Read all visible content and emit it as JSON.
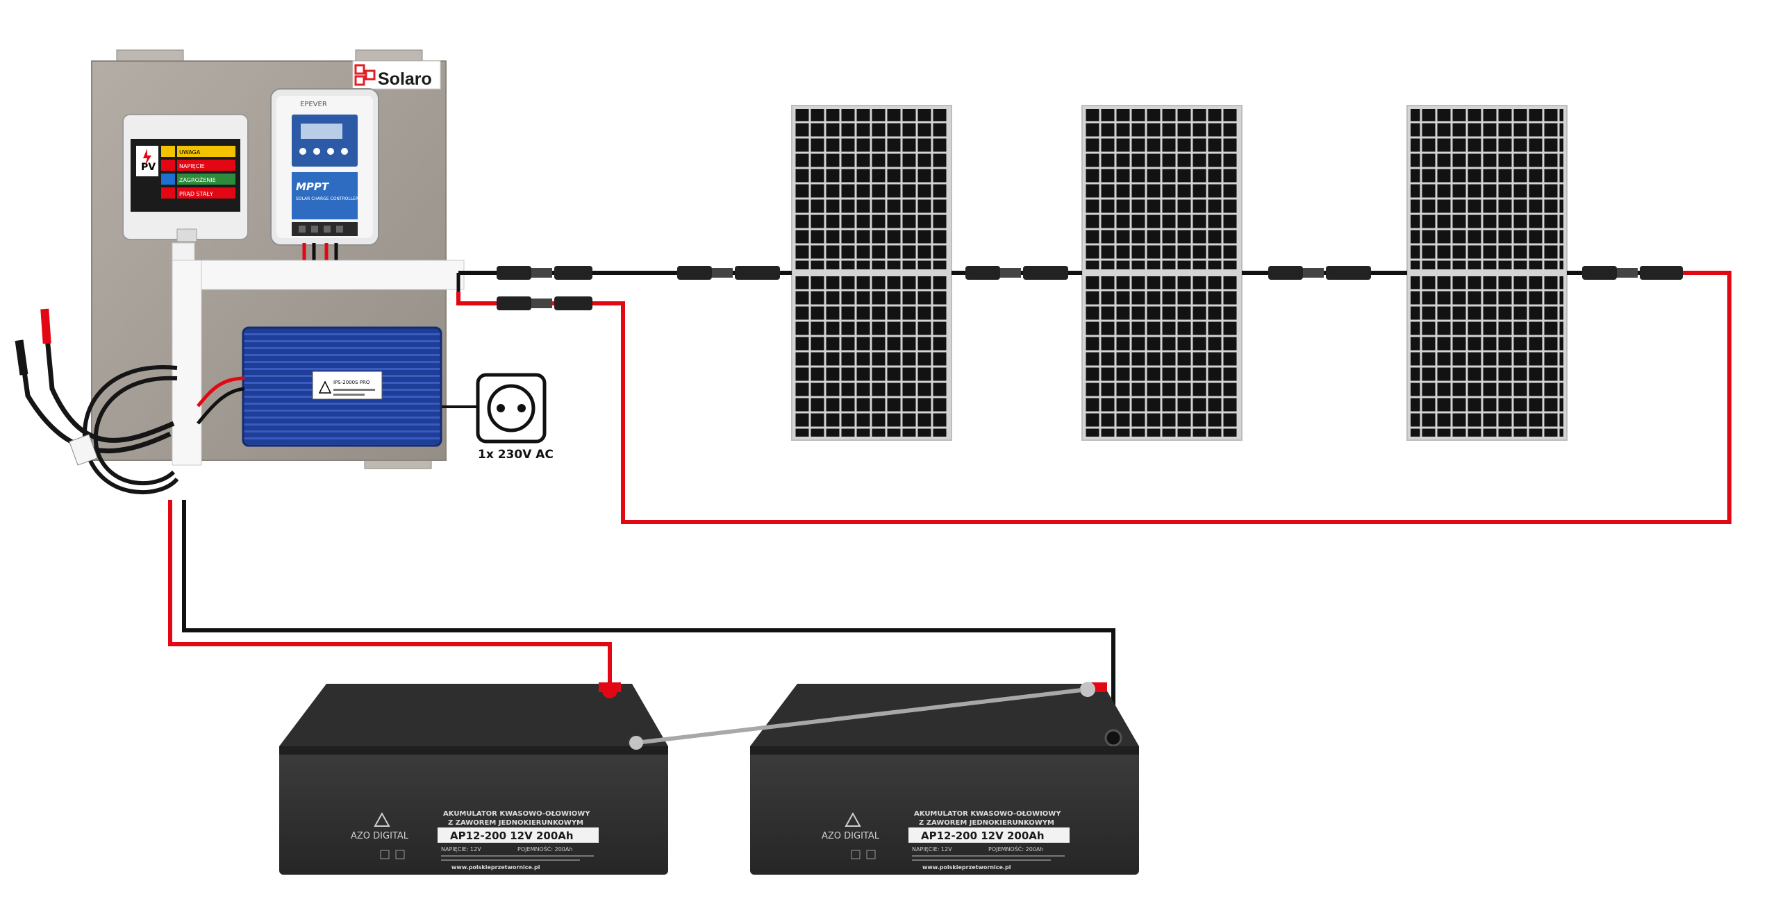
{
  "brand": {
    "name": "Solaro",
    "colors": [
      "#e31d25",
      "#1a1a1a"
    ]
  },
  "colors": {
    "wire_positive": "#e30613",
    "wire_negative": "#111111",
    "wire_link": "#a8a8a8",
    "panel_cell": "#121212",
    "panel_frame": "#d6d6d6",
    "mounting_plate": "#a59f97",
    "inverter": "#1e3f9c"
  },
  "pv_box": {
    "symbol": "PV",
    "warning_icon": "lightning-warning-icon",
    "labels": [
      "UWAGA",
      "NAPIĘCIE",
      "ZAGROŻENIE",
      "PRĄD STAŁY"
    ]
  },
  "charge_controller": {
    "brand": "EPEVER",
    "mode": "MPPT",
    "subtitle": "SOLAR CHARGE CONTROLLER"
  },
  "inverter": {
    "label": "IPS-2000S PRO"
  },
  "socket": {
    "icon": "power-socket-icon",
    "label": "1x 230V AC"
  },
  "solar_panels": [
    {
      "name": "panel-1"
    },
    {
      "name": "panel-2"
    },
    {
      "name": "panel-3"
    }
  ],
  "batteries": [
    {
      "brand": "AZO DIGITAL",
      "heading_1": "AKUMULATOR KWASOWO-OŁOWIOWY",
      "heading_2": "Z ZAWOREM JEDNOKIERUNKOWYM",
      "model": "AP12-200 12V 200Ah",
      "voltage": "NAPIĘCIE: 12V",
      "capacity": "POJEMNOŚĆ: 200Ah",
      "website": "www.polskieprzetwornice.pl"
    },
    {
      "brand": "AZO DIGITAL",
      "heading_1": "AKUMULATOR KWASOWO-OŁOWIOWY",
      "heading_2": "Z ZAWOREM JEDNOKIERUNKOWYM",
      "model": "AP12-200 12V 200Ah",
      "voltage": "NAPIĘCIE: 12V",
      "capacity": "POJEMNOŚĆ: 200Ah",
      "website": "www.polskieprzetwornice.pl"
    }
  ]
}
